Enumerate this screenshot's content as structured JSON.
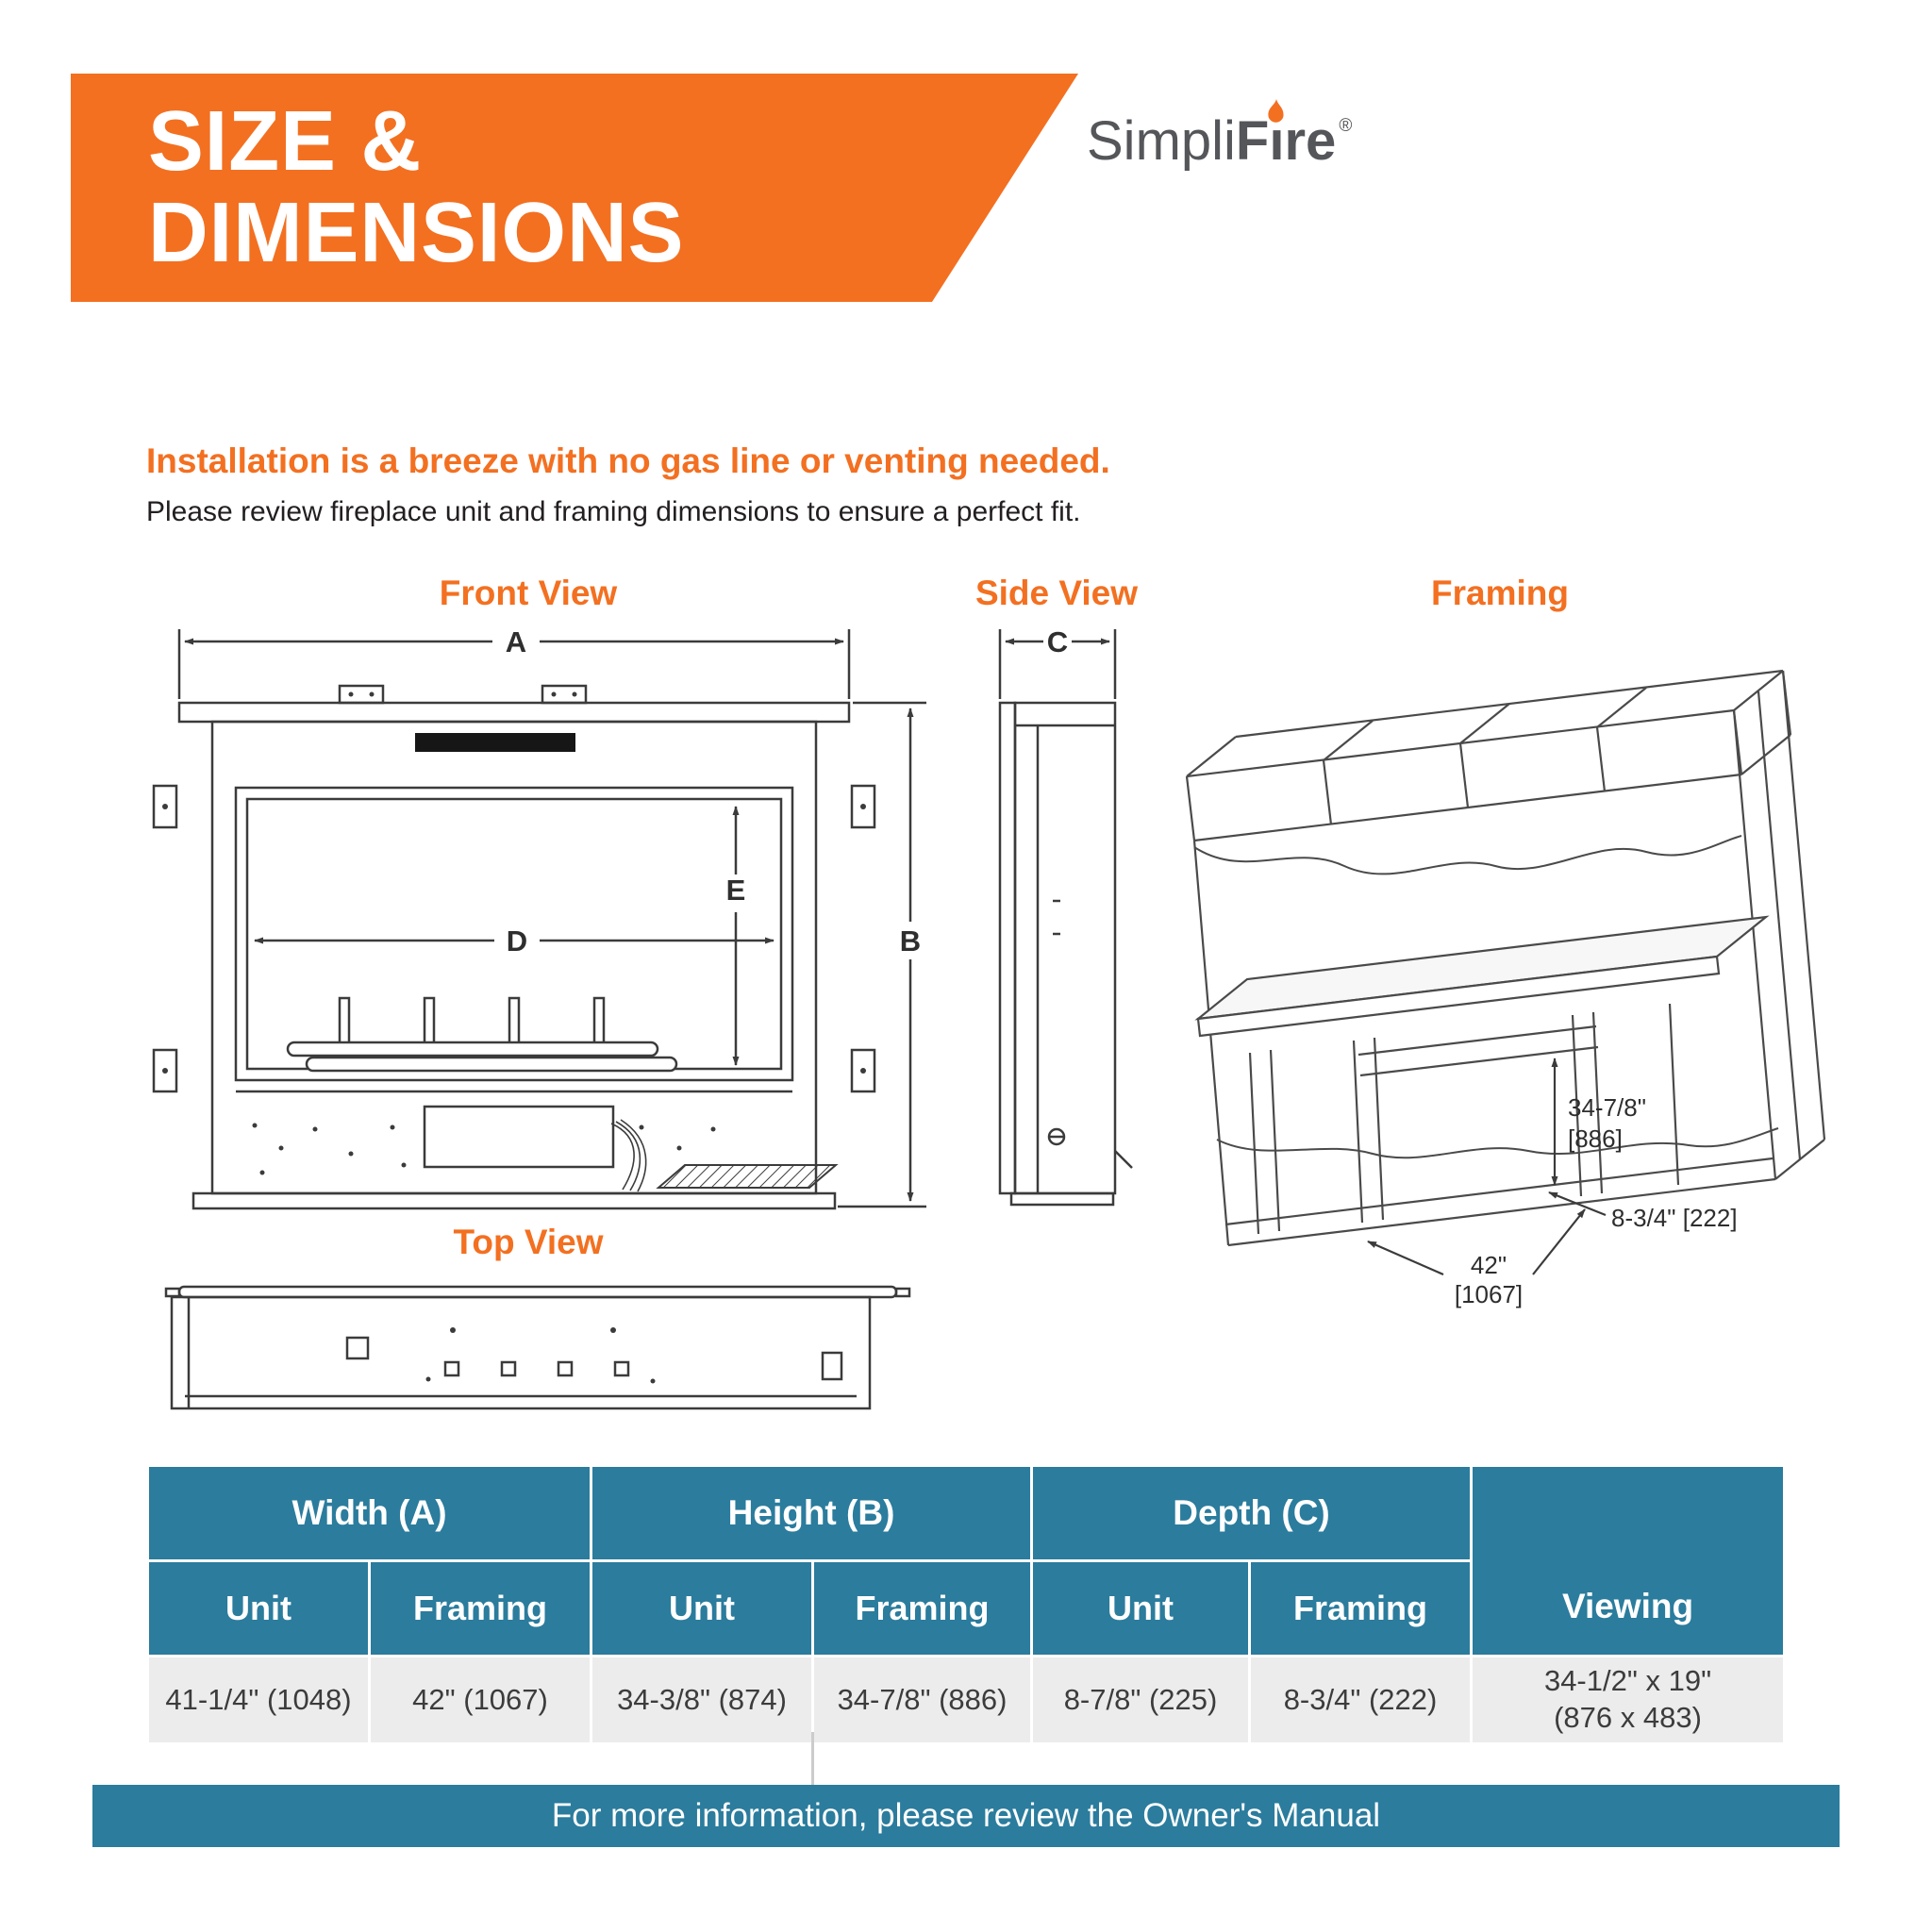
{
  "page": {
    "banner": {
      "title_line1": "SIZE &",
      "title_line2": "DIMENSIONS"
    },
    "brand": {
      "simpli": "Simpli",
      "fire_f": "F",
      "fire_i": "ı",
      "fire_re": "re",
      "registered": "®"
    },
    "intro": {
      "heading": "Installation is a breeze with no gas line or venting needed.",
      "subheading": "Please review fireplace unit and framing dimensions to ensure a perfect fit."
    }
  },
  "views": {
    "front": {
      "label": "Front View",
      "dim_a": "A",
      "dim_b": "B",
      "dim_d": "D",
      "dim_e": "E"
    },
    "side": {
      "label": "Side View",
      "dim_c": "C"
    },
    "framing": {
      "label": "Framing",
      "dim_height_in": "34-7/8\"",
      "dim_height_mm": "[886]",
      "dim_depth": "8-3/4\" [222]",
      "dim_width_in": "42\"",
      "dim_width_mm": "[1067]"
    },
    "top": {
      "label": "Top View"
    }
  },
  "table": {
    "groups": [
      "Width (A)",
      "Height (B)",
      "Depth (C)"
    ],
    "subheaders": [
      "Unit",
      "Framing",
      "Unit",
      "Framing",
      "Unit",
      "Framing"
    ],
    "viewing_header": "Viewing",
    "values": [
      "41-1/4\" (1048)",
      "42\" (1067)",
      "34-3/8\" (874)",
      "34-7/8\" (886)",
      "8-7/8\" (225)",
      "8-3/4\" (222)"
    ],
    "viewing_value_line1": "34-1/2\" x 19\"",
    "viewing_value_line2": "(876 x 483)"
  },
  "footer": {
    "text": "For more information, please review the Owner's Manual"
  },
  "colors": {
    "orange": "#F37021",
    "teal": "#2B7C9D",
    "row_gray": "#ECECEC",
    "ink": "#3B3B3B"
  }
}
